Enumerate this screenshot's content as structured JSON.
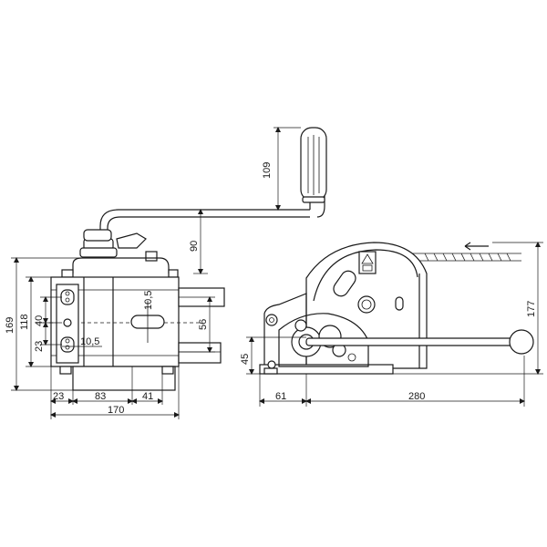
{
  "drawing": {
    "dimensions": {
      "d109": "109",
      "d90": "90",
      "d169": "169",
      "d118": "118",
      "d40": "40",
      "d23_left": "23",
      "d10_5_slot_left": "10,5",
      "d10_5_slot_right": "10,5",
      "d56": "56",
      "d23_bottom": "23",
      "d83": "83",
      "d41": "41",
      "d170": "170",
      "d45": "45",
      "d61": "61",
      "d280": "280",
      "d177": "177"
    }
  }
}
